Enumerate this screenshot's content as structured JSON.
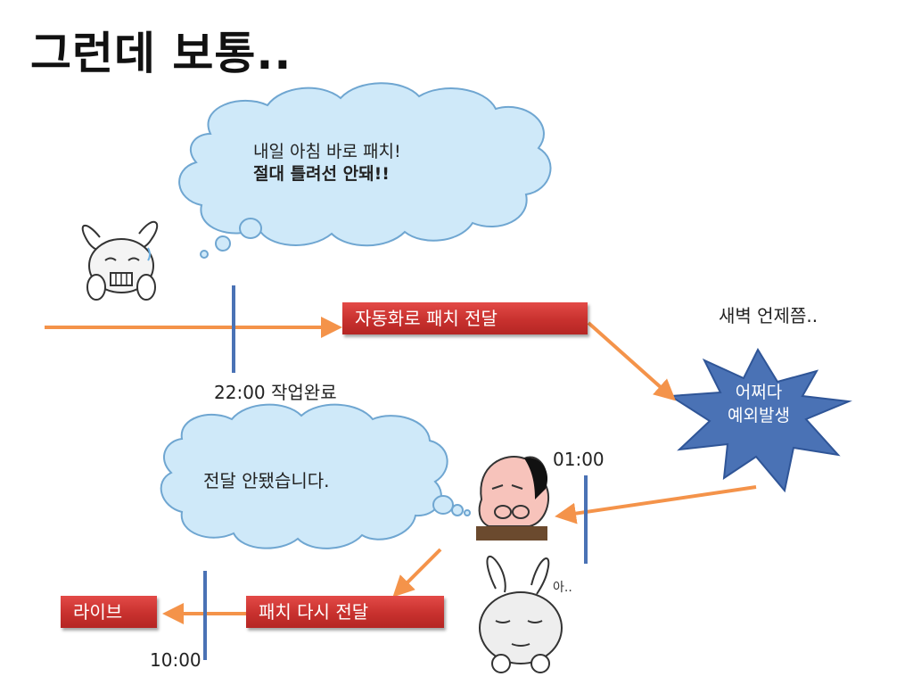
{
  "slide": {
    "title": "그런데 보통.."
  },
  "cloud_top": {
    "line1": "내일 아침 바로 패치!",
    "line2": "절대 틀려선 안돼!!"
  },
  "cloud_bottom": {
    "text": "전달 안됐습니다."
  },
  "boxes": {
    "auto_patch": "자동화로 패치 전달",
    "patch_again": "패치 다시 전달",
    "live": "라이브"
  },
  "labels": {
    "t2200": "22:00 작업완료",
    "dawn": "새벽 언제쯤..",
    "t0100": "01:00",
    "t1000": "10:00",
    "sticker_text": "아.."
  },
  "burst": {
    "line1": "어쩌다",
    "line2": "예외발생"
  },
  "icons": {
    "rabbit_top": "worried-rabbit-sticker-icon",
    "peach": "annoyed-peach-sticker-icon",
    "rabbit_bottom": "sighing-rabbit-sticker-icon"
  },
  "colors": {
    "arrow": "#f4934a",
    "timeline": "#4a72b5",
    "box": "#c8312e",
    "cloud": "#cfe9f9",
    "burst": "#4a72b5"
  }
}
